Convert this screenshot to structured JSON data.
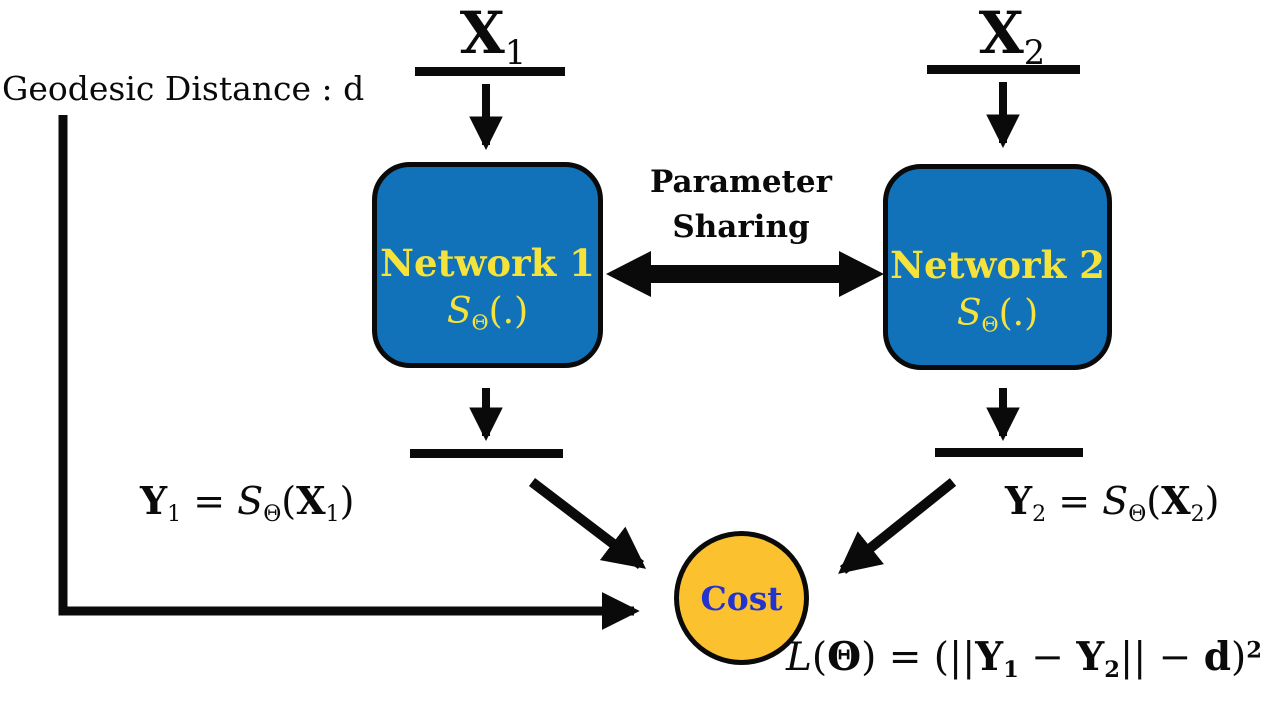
{
  "figure": {
    "description_labels": {
      "geodesic": "Geodesic Distance : d",
      "parameter_sharing_line1": "Parameter",
      "parameter_sharing_line2": "Sharing",
      "network1": "Network 1",
      "network2": "Network 2",
      "cost": "Cost"
    },
    "math": {
      "x1": [
        {
          "t": "X",
          "s": "b"
        },
        {
          "t": "1",
          "s": "sub"
        }
      ],
      "x2": [
        {
          "t": "X",
          "s": "b"
        },
        {
          "t": "2",
          "s": "sub"
        }
      ],
      "s_theta": [
        {
          "t": "S",
          "s": "i"
        },
        {
          "t": "Θ",
          "s": "sub"
        },
        {
          "t": "(.)",
          "s": ""
        }
      ],
      "y1": [
        {
          "t": "Y",
          "s": "b"
        },
        {
          "t": "1",
          "s": "sub"
        },
        {
          "t": " = ",
          "s": ""
        },
        {
          "t": "S",
          "s": "i"
        },
        {
          "t": "Θ",
          "s": "sub"
        },
        {
          "t": "(",
          "s": ""
        },
        {
          "t": "X",
          "s": "b"
        },
        {
          "t": "1",
          "s": "sub"
        },
        {
          "t": ")",
          "s": ""
        }
      ],
      "y2": [
        {
          "t": "Y",
          "s": "b"
        },
        {
          "t": "2",
          "s": "sub"
        },
        {
          "t": " = ",
          "s": ""
        },
        {
          "t": "S",
          "s": "i"
        },
        {
          "t": "Θ",
          "s": "sub"
        },
        {
          "t": "(",
          "s": ""
        },
        {
          "t": "X",
          "s": "b"
        },
        {
          "t": "2",
          "s": "sub"
        },
        {
          "t": ")",
          "s": ""
        }
      ],
      "loss": [
        {
          "t": "L",
          "s": "i"
        },
        {
          "t": "(",
          "s": ""
        },
        {
          "t": "Θ",
          "s": "b"
        },
        {
          "t": ") = (||",
          "s": ""
        },
        {
          "t": "Y",
          "s": "b"
        },
        {
          "t": "1",
          "s": "b sub"
        },
        {
          "t": " − ",
          "s": ""
        },
        {
          "t": "Y",
          "s": "b"
        },
        {
          "t": "2",
          "s": "b sub"
        },
        {
          "t": "|| − ",
          "s": ""
        },
        {
          "t": "d",
          "s": "b"
        },
        {
          "t": ")",
          "s": ""
        },
        {
          "t": "2",
          "s": "b sup"
        }
      ]
    },
    "colors": {
      "network_box_fill": "#1172B9",
      "network_text": "#F5E33C",
      "cost_fill": "#FBC12F",
      "cost_text": "#2433D0",
      "line_black": "#0a0a0a",
      "background": "#ffffff"
    }
  }
}
